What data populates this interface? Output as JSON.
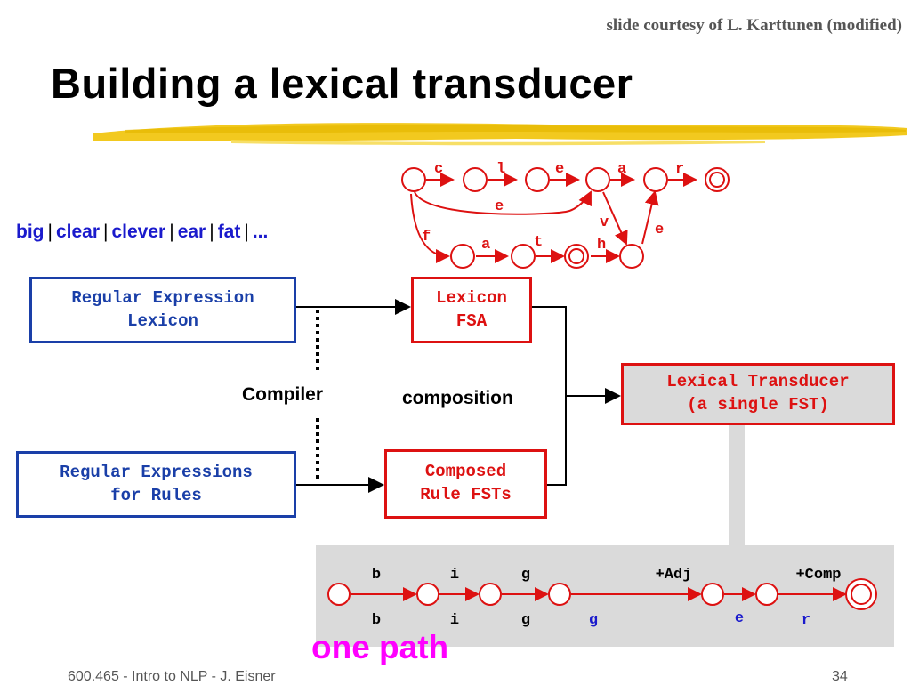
{
  "slide": {
    "courtesy": "slide courtesy of L. Karttunen (modified)",
    "title": "Building a lexical transducer",
    "word_list": [
      "big",
      "clear",
      "clever",
      "ear",
      "fat",
      "..."
    ],
    "word_separator": "|",
    "boxes": {
      "regex_lexicon": [
        "Regular Expression",
        "Lexicon"
      ],
      "lexicon_fsa": [
        "Lexicon",
        "FSA"
      ],
      "regex_rules": [
        "Regular Expressions",
        "for Rules"
      ],
      "composed_rules": [
        "Composed",
        "Rule FSTs"
      ],
      "lexical_transducer": [
        "Lexical Transducer",
        "(a single FST)"
      ]
    },
    "labels": {
      "compiler": "Compiler",
      "composition": "composition",
      "one_path": "one path"
    },
    "fsa_arc_labels": {
      "c": "c",
      "l": "l",
      "e1": "e",
      "a1": "a",
      "r": "r",
      "e_long": "e",
      "v": "v",
      "e2": "e",
      "f": "f",
      "a2": "a",
      "t": "t",
      "h": "h"
    },
    "path": {
      "upper": [
        "b",
        "i",
        "g",
        "+Adj",
        "+Comp"
      ],
      "lower": [
        "b",
        "i",
        "g",
        "g",
        "e",
        "r"
      ]
    },
    "footer": {
      "course": "600.465 - Intro to NLP - J. Eisner",
      "page_number": "34"
    },
    "colors": {
      "blue_box": "#1a3fa8",
      "red": "#dd1111",
      "one_path": "#ff00ff",
      "gray_panel": "#dadada",
      "underline_gold": "#f2c91f"
    }
  }
}
